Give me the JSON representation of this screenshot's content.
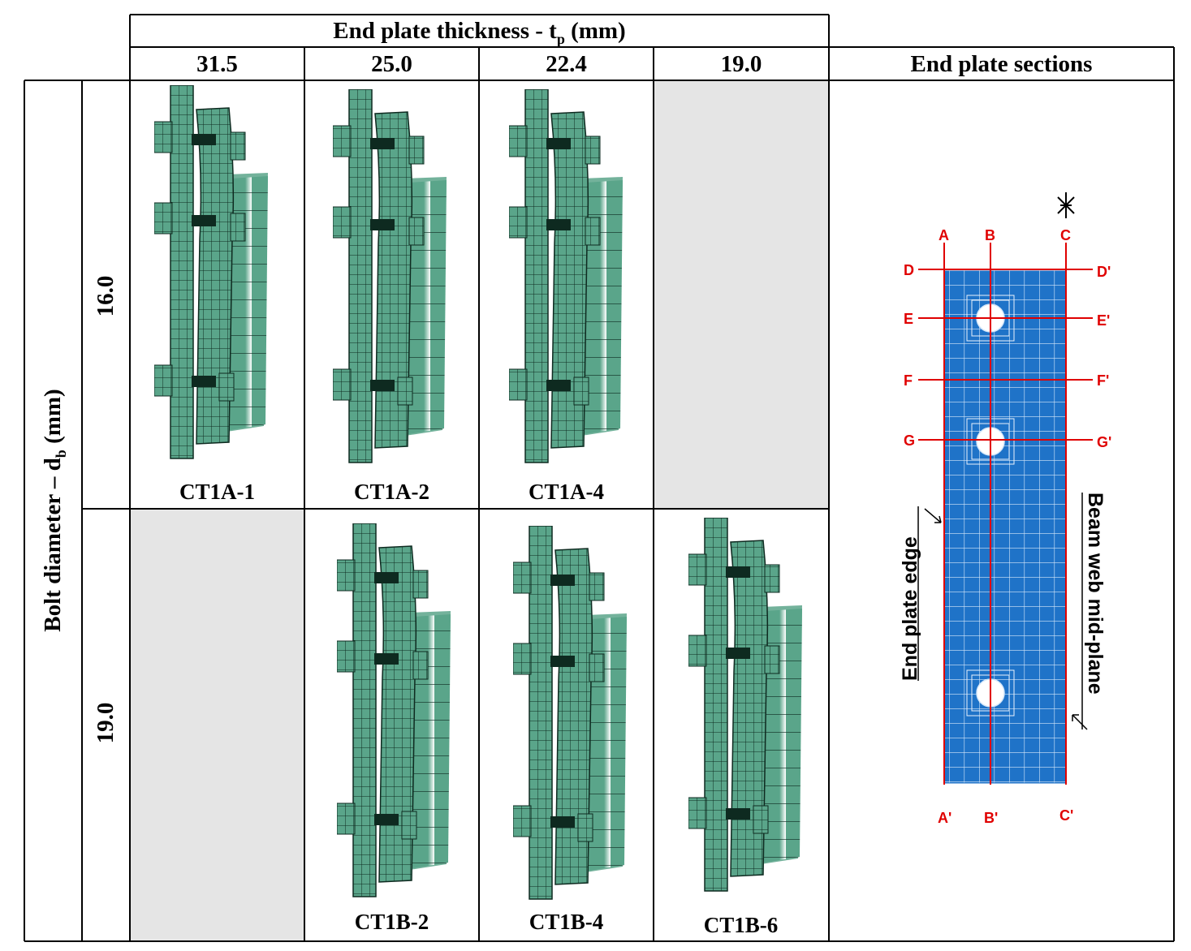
{
  "header": {
    "group_title_main": "End plate thickness - t",
    "group_title_sub": "p",
    "group_title_tail": " (mm)",
    "columns": [
      "31.5",
      "25.0",
      "22.4",
      "19.0"
    ],
    "sections_title": "End plate sections"
  },
  "rows": {
    "axis_label_main": "Bolt diameter – d",
    "axis_label_sub": "b",
    "axis_label_tail": " (mm)",
    "values": [
      "16.0",
      "19.0"
    ]
  },
  "specimens": {
    "r1c1": "CT1A-1",
    "r1c2": "CT1A-2",
    "r1c3": "CT1A-4",
    "r2c2": "CT1B-2",
    "r2c3": "CT1B-4",
    "r2c4": "CT1B-6"
  },
  "section_diagram": {
    "top_labels": [
      "A",
      "B",
      "C"
    ],
    "bottom_labels": [
      "A'",
      "B'",
      "C'"
    ],
    "left_labels": [
      "D",
      "E",
      "F",
      "G"
    ],
    "right_labels": [
      "D'",
      "E'",
      "F'",
      "G'"
    ],
    "edge_label": "End plate edge",
    "mid_label": "Beam web mid-plane"
  },
  "colors": {
    "mesh_fill": "#5aa58a",
    "mesh_line": "#0e2a20",
    "plate_blue": "#1f73c8",
    "section_red": "#e00000",
    "empty_cell": "#e5e5e5"
  }
}
